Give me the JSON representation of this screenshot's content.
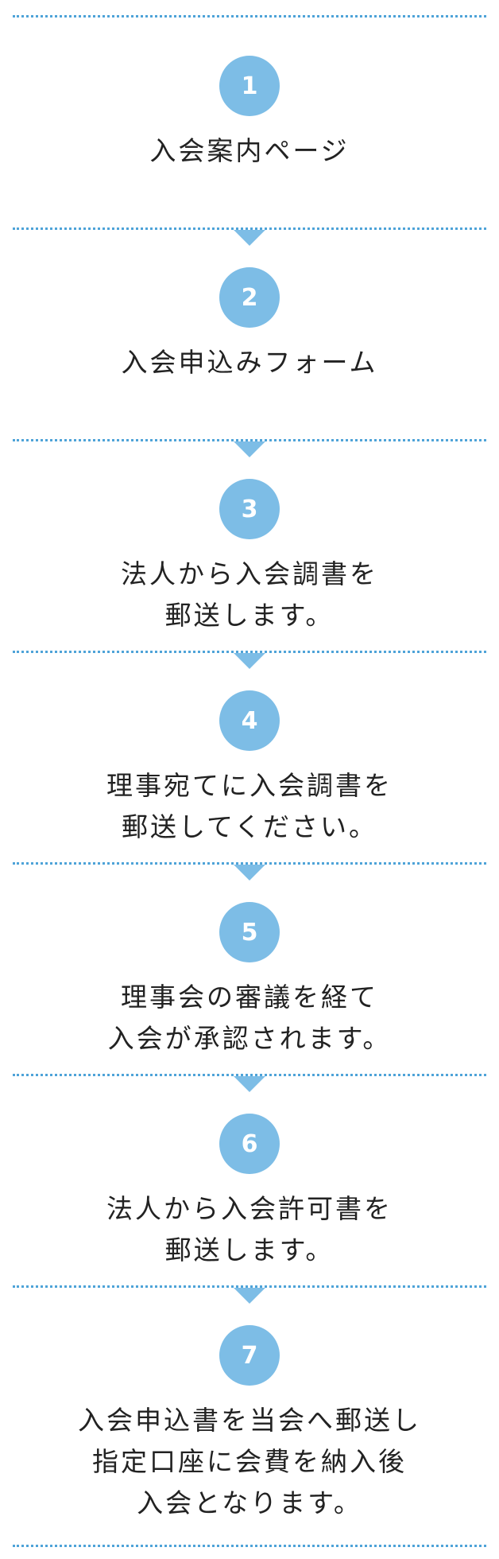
{
  "steps": [
    {
      "number": "1",
      "lines": [
        "入会案内ページ"
      ]
    },
    {
      "number": "2",
      "lines": [
        "入会申込みフォーム"
      ]
    },
    {
      "number": "3",
      "lines": [
        "法人から入会調書を",
        "郵送します。"
      ]
    },
    {
      "number": "4",
      "lines": [
        "理事宛てに入会調書を",
        "郵送してください。"
      ]
    },
    {
      "number": "5",
      "lines": [
        "理事会の審議を経て",
        "入会が承認されます。"
      ]
    },
    {
      "number": "6",
      "lines": [
        "法人から入会許可書を",
        "郵送します。"
      ]
    },
    {
      "number": "7",
      "lines": [
        "入会申込書を当会へ郵送し",
        "指定口座に会費を納入後",
        "入会となります。"
      ]
    }
  ],
  "colors": {
    "accent": "#7dbde6",
    "divider": "#4ea3d8",
    "text": "#222222"
  }
}
